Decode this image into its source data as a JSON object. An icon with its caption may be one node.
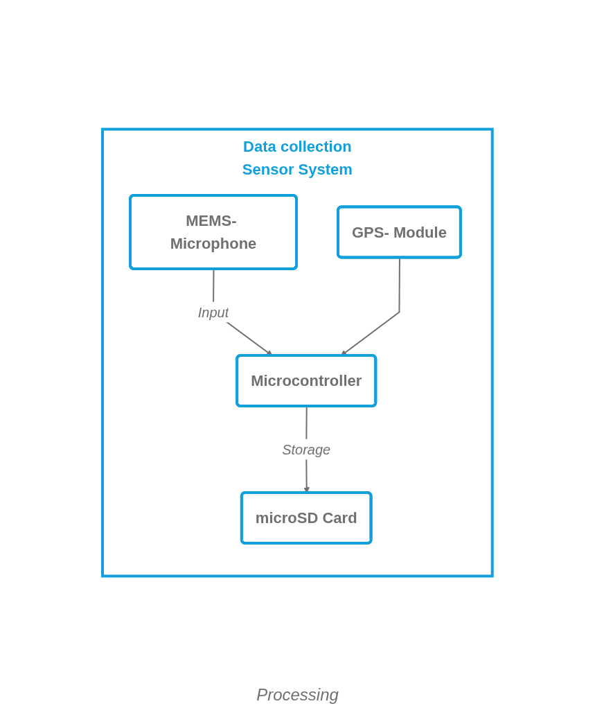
{
  "diagram": {
    "nodes": [
      {
        "text": [
          "Data collection",
          "Sensor System"
        ]
      },
      {
        "text": [
          "MEMS- Microphone"
        ],
        "in": 0
      },
      {
        "text": [
          "GPS- Module"
        ],
        "in": 0
      },
      {
        "text": [
          "Microcontroller"
        ],
        "in": 0
      },
      {
        "text": [
          "microSD Card"
        ],
        "in": 0
      }
    ],
    "edges": [
      {
        "from": 1,
        "to": 3,
        "arrow": "to",
        "label": "Input"
      },
      {
        "from": 2,
        "to": 3,
        "arrow": "to"
      },
      {
        "from": 3,
        "to": 4,
        "arrow": "to",
        "label": "Storage"
      }
    ],
    "labels": [
      "Processing"
    ]
  }
}
